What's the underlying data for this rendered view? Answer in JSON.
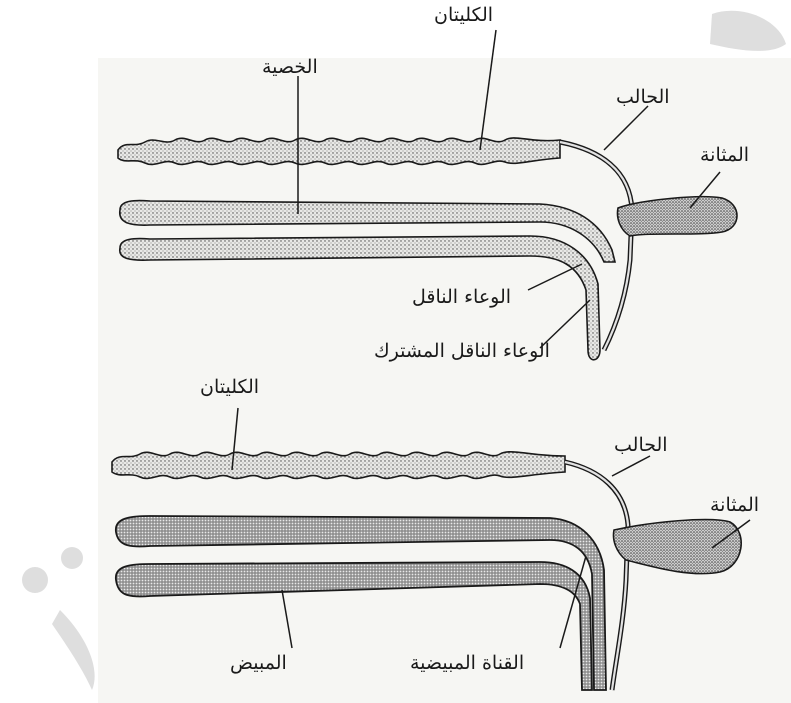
{
  "diagrams": [
    {
      "id": "male",
      "labels": {
        "testis": "الخصية",
        "kidneys": "الكليتان",
        "ureter": "الحالب",
        "bladder": "المثانة",
        "vas_deferens": "الوعاء الناقل",
        "common_vas": "الوعاء الناقل المشترك"
      }
    },
    {
      "id": "female",
      "labels": {
        "kidneys": "الكليتان",
        "ureter": "الحالب",
        "bladder": "المثانة",
        "ovary": "المبيض",
        "oviduct": "القناة المبيضية"
      }
    }
  ],
  "colors": {
    "ink": "#1a1a1a",
    "organ_fill_light": "#d9d9d9",
    "organ_fill_dark": "#9a9a9a",
    "watermark": "#dcdcdc"
  }
}
